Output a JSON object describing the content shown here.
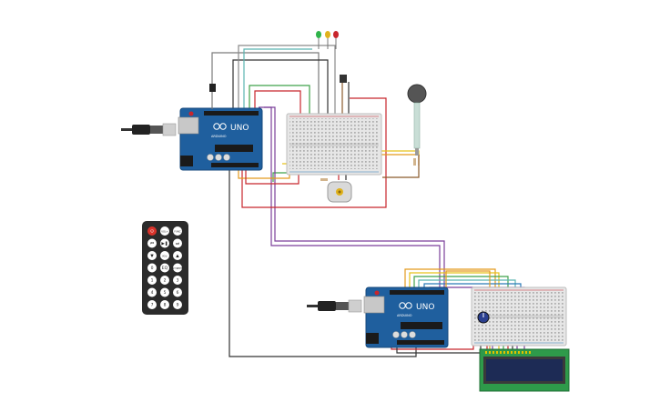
{
  "labels": {
    "uno_brand": "UNO",
    "board_sub": "ARDUINO",
    "remote_buttons": [
      "⏻",
      "VOL+",
      "FUNC",
      "⏮",
      "▶❚",
      "⏭",
      "▼",
      "VOL-",
      "▲",
      "0",
      "EQ",
      "ST/REPT",
      "1",
      "2",
      "3",
      "4",
      "5",
      "6",
      "7",
      "8",
      "9"
    ]
  },
  "colors": {
    "background": "#ffffff",
    "board": "#1f5f9e",
    "board_dark": "#174a7c",
    "breadboard": "#e6e6e6",
    "wire_red": "#c8262c",
    "wire_black": "#333333",
    "wire_purple": "#7b3f9a",
    "wire_orange": "#e39a1e",
    "wire_yellow": "#e6c21a",
    "wire_green": "#3fa24a",
    "wire_blue": "#2a7ab8",
    "wire_teal": "#5bb5b0",
    "wire_brown": "#8a5a2b",
    "wire_gray": "#8a8a8a",
    "led_green": "#2fb34a",
    "led_yellow": "#e0b21c",
    "led_red": "#c8262c",
    "lcd_pcb": "#2e9a4a",
    "lcd_screen": "#1d2b55",
    "remote_body": "#2b2b2b",
    "remote_power": "#d8322a"
  },
  "icons": [
    "usb-cable-icon",
    "led-icon",
    "photoresistor-icon",
    "force-sensor-icon",
    "dc-motor-icon",
    "potentiometer-icon",
    "ir-receiver-icon"
  ]
}
